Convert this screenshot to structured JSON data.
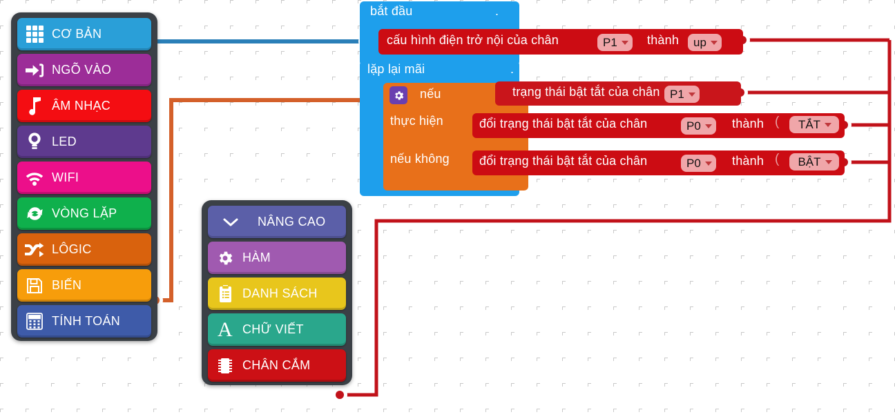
{
  "app": {
    "name": "block-programming-editor",
    "language": "vi"
  },
  "colors": {
    "basic": "#2a9fd8",
    "input": "#9c2d98",
    "music": "#f40d12",
    "led": "#5e3a8e",
    "wifi": "#ec0f8a",
    "loop": "#0fb04c",
    "logic": "#d9620d",
    "variable": "#f79d0b",
    "math": "#3e5ba9",
    "advanced": "#5b5fa8",
    "function": "#a05ab0",
    "list": "#e8c61c",
    "text": "#2aa78c",
    "pins": "#cc1015",
    "panel_bg": "#3b4046",
    "wire_blue": "#2a7fb8",
    "wire_orange": "#d4602a",
    "wire_red": "#c1121a",
    "block_start": "#1e9fec",
    "block_if": "#e8701a",
    "block_pin": "#cc0c13",
    "dropdown": "#f0a6a9"
  },
  "sidebar": {
    "name": "category-palette",
    "items": [
      {
        "id": "basic",
        "label": "CƠ BẢN",
        "icon": "grid-icon",
        "color": "#2a9fd8",
        "selected": true,
        "has_connector": true
      },
      {
        "id": "input",
        "label": "NGÕ VÀO",
        "icon": "input-arrow-icon",
        "color": "#9c2d98",
        "selected": false,
        "has_connector": false
      },
      {
        "id": "music",
        "label": "ÂM NHẠC",
        "icon": "music-note-icon",
        "color": "#f40d12",
        "selected": false,
        "has_connector": false
      },
      {
        "id": "led",
        "label": "LED",
        "icon": "lightbulb-icon",
        "color": "#5e3a8e",
        "selected": false,
        "has_connector": false
      },
      {
        "id": "wifi",
        "label": "WIFI",
        "icon": "wifi-icon",
        "color": "#ec0f8a",
        "selected": false,
        "has_connector": false
      },
      {
        "id": "loop",
        "label": "VÒNG LẶP",
        "icon": "refresh-icon",
        "color": "#0fb04c",
        "selected": false,
        "has_connector": false
      },
      {
        "id": "logic",
        "label": "LÔGIC",
        "icon": "shuffle-icon",
        "color": "#d9620d",
        "selected": false,
        "has_connector": true
      },
      {
        "id": "variable",
        "label": "BIẾN",
        "icon": "save-disk-icon",
        "color": "#f79d0b",
        "selected": false,
        "has_connector": false
      },
      {
        "id": "math",
        "label": "TÍNH TOÁN",
        "icon": "calculator-icon",
        "color": "#3e5ba9",
        "selected": false,
        "has_connector": false
      }
    ]
  },
  "advanced_panel": {
    "name": "advanced-category-palette",
    "items": [
      {
        "id": "advanced",
        "label": "NÂNG CAO",
        "icon": "chevron-down-icon",
        "color": "#5b5fa8",
        "has_connector": false
      },
      {
        "id": "function",
        "label": "HÀM",
        "icon": "gear-icon",
        "color": "#a05ab0",
        "has_connector": false
      },
      {
        "id": "list",
        "label": "DANH SÁCH",
        "icon": "clipboard-icon",
        "color": "#e8c61c",
        "has_connector": false
      },
      {
        "id": "text",
        "label": "CHỮ VIẾT",
        "icon": "letter-a-icon",
        "color": "#2aa78c",
        "has_connector": false
      },
      {
        "id": "pins",
        "label": "CHÂN CẮM",
        "icon": "chip-icon",
        "color": "#cc1015",
        "has_connector": true
      }
    ]
  },
  "workspace": {
    "name": "blocks-workspace",
    "blocks": {
      "start": {
        "label": "bắt đầu"
      },
      "forever": {
        "label": "lặp lại mãi"
      },
      "pin_pullup": {
        "label_1": "cấu hình điện trở nội của chân",
        "pin_value": "P1",
        "label_2": "thành",
        "mode_value": "up"
      },
      "if_block": {
        "if_label": "nếu",
        "do_label": "thực hiện",
        "else_label": "nếu không",
        "gear_icon": "gear-icon"
      },
      "condition": {
        "label": "trạng thái bật tắt của chân",
        "pin_value": "P1"
      },
      "then_action": {
        "label_1": "đổi trạng thái bật tắt của chân",
        "pin_value": "P0",
        "label_2": "thành",
        "state_value": "TẮT"
      },
      "else_action": {
        "label_1": "đổi trạng thái bật tắt của chân",
        "pin_value": "P0",
        "label_2": "thành",
        "state_value": "BẬT"
      }
    }
  },
  "connectors": [
    {
      "id": "basic-to-start",
      "from": "sidebar-item-basic",
      "to": "pin-pullup-block",
      "color": "#2a7fb8"
    },
    {
      "id": "logic-to-if",
      "from": "sidebar-item-logic",
      "to": "if-block",
      "color": "#d4602a"
    },
    {
      "id": "pins-to-pullup",
      "from": "sidebar-item-pins",
      "to": "pin-pullup-block",
      "color": "#c1121a"
    },
    {
      "id": "pins-to-condition",
      "from": "sidebar-item-pins",
      "to": "condition-block",
      "color": "#c1121a"
    },
    {
      "id": "pins-to-then-action",
      "from": "sidebar-item-pins",
      "to": "then-action",
      "color": "#c1121a"
    },
    {
      "id": "pins-to-else-action",
      "from": "sidebar-item-pins",
      "to": "else-action",
      "color": "#c1121a"
    }
  ]
}
